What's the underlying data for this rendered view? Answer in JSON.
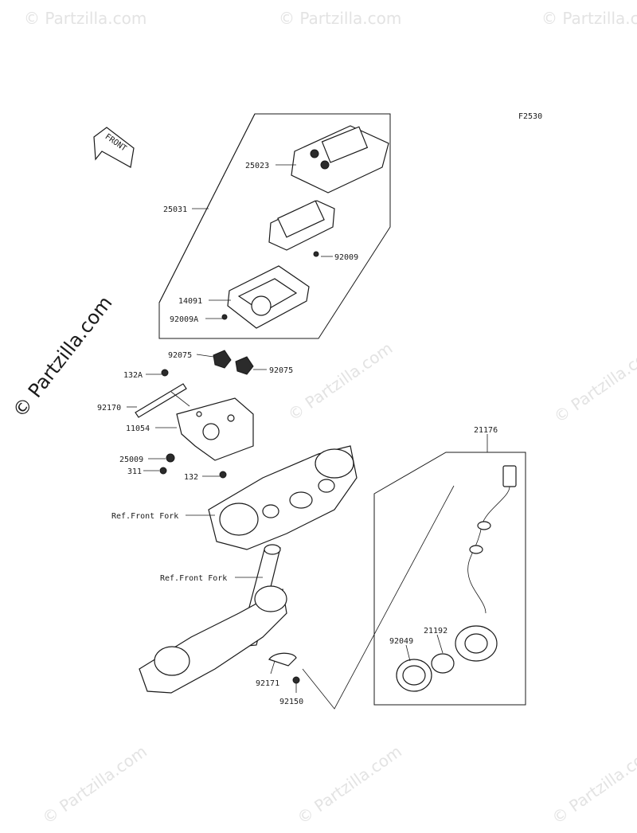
{
  "figure_code": "F2530",
  "front_arrow_label": "FRONT",
  "watermarks": [
    "© Partzilla.com"
  ],
  "watermark_main": "© Partzilla.com",
  "parts": {
    "p25023": "25023",
    "p25031": "25031",
    "p92009": "92009",
    "p14091": "14091",
    "p92009A": "92009A",
    "p92075a": "92075",
    "p92075b": "92075",
    "p132A": "132A",
    "p92170": "92170",
    "p11054": "11054",
    "p25009": "25009",
    "p311": "311",
    "p132": "132",
    "ref_fork_1": "Ref.Front Fork",
    "ref_fork_2": "Ref.Front Fork",
    "p21176": "21176",
    "p21192": "21192",
    "p92049": "92049",
    "p92171": "92171",
    "p92150": "92150"
  }
}
